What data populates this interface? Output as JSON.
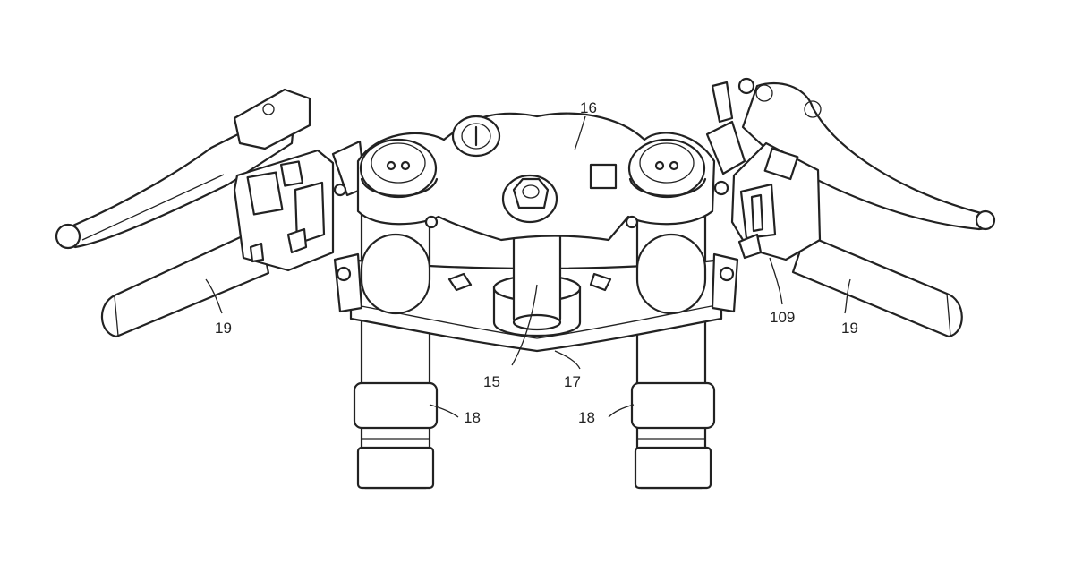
{
  "diagram": {
    "colors": {
      "line": "#222222",
      "background": "#ffffff"
    },
    "labels": {
      "top_bridge": "16",
      "steering_stem": "15",
      "bottom_bracket": "17",
      "fork_tube_left": "18",
      "fork_tube_right": "18",
      "handlebar_left": "19",
      "handlebar_right": "19",
      "switch_unit": "109"
    }
  }
}
